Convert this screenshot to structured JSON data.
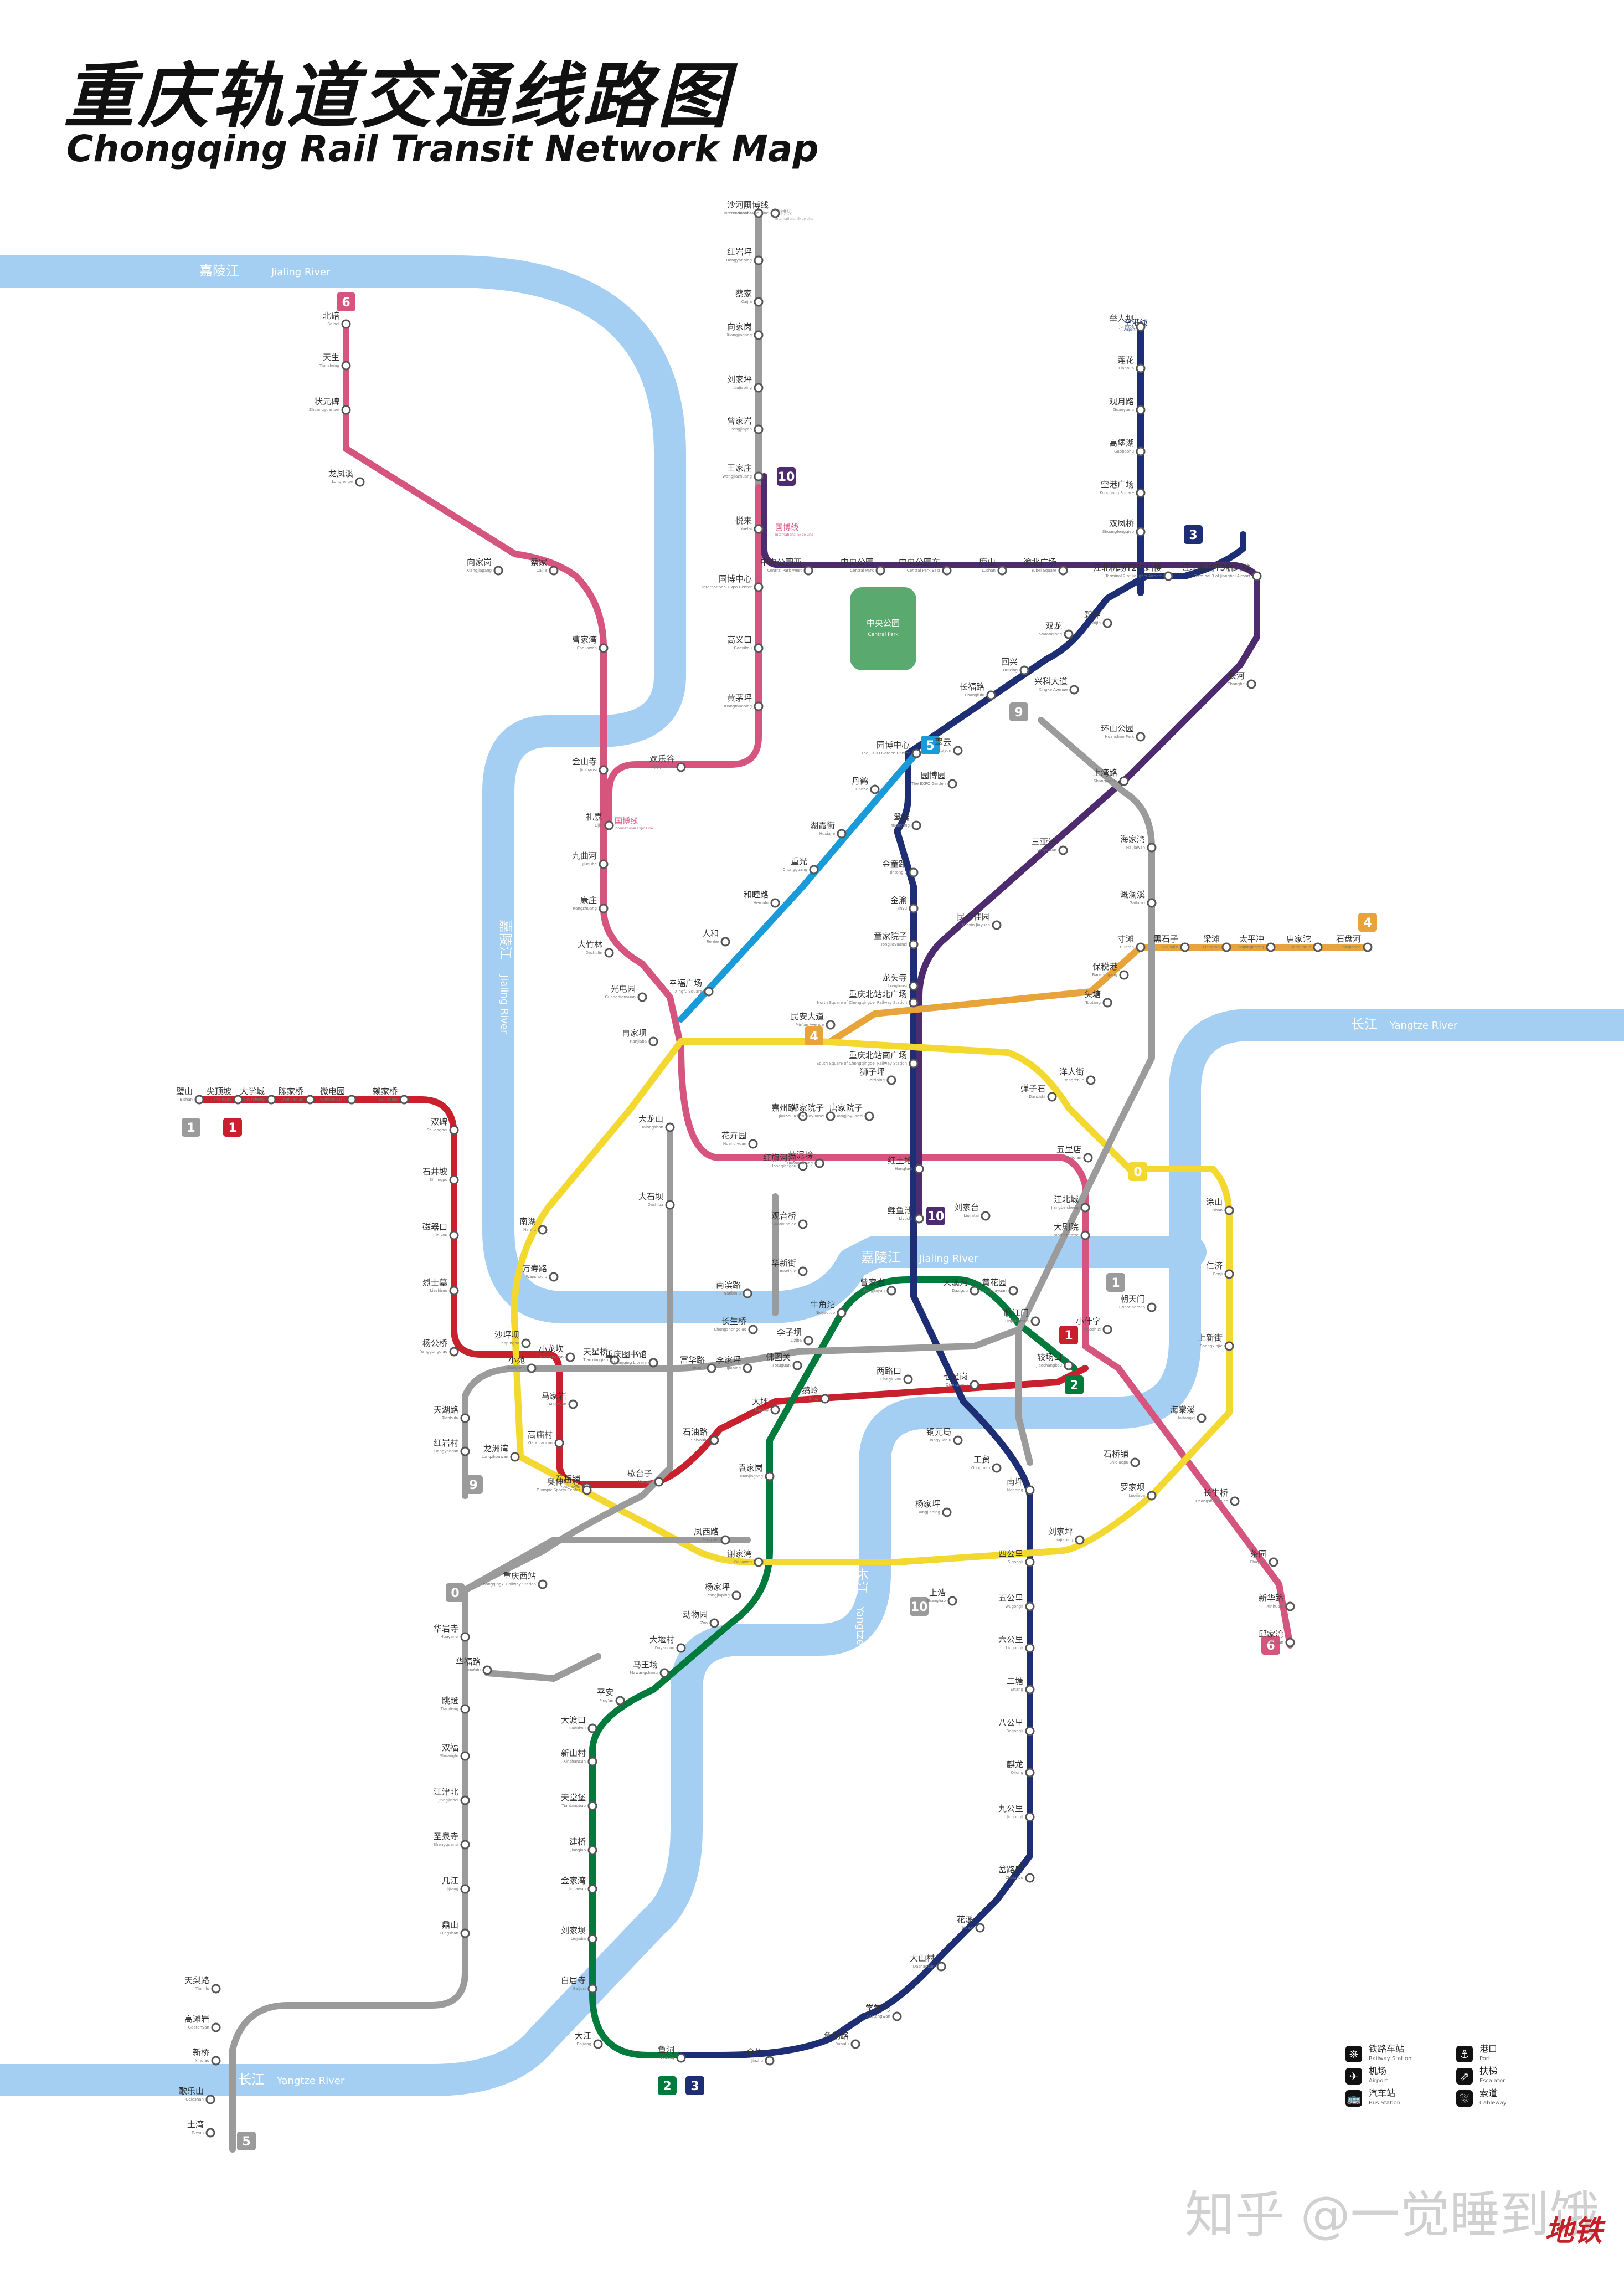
{
  "title": {
    "zh": "重庆轨道交通线路图",
    "en": "Chongqing Rail Transit Network Map"
  },
  "rivers": [
    {
      "id": "jialing",
      "zh": "嘉陵江",
      "en": "Jialing River"
    },
    {
      "id": "yangtze",
      "zh": "长江",
      "en": "Yangtze River"
    }
  ],
  "river_labels": [
    {
      "zh": "嘉陵江",
      "en": "Jialing River"
    },
    {
      "zh": "嘉陵江",
      "en": "Jialing River"
    },
    {
      "zh": "嘉陵江",
      "en": "Jialing River"
    },
    {
      "zh": "长江",
      "en": "Yangtze River"
    },
    {
      "zh": "长江",
      "en": "Yangtze River"
    },
    {
      "zh": "长江",
      "en": "Yangtze River"
    }
  ],
  "park": {
    "zh": "中央公园",
    "en": "Central Park"
  },
  "colors": {
    "river": "#a4cff2",
    "line1": "#c8202c",
    "line2": "#007b3c",
    "line3": "#1d2e75",
    "line4": "#e9a33b",
    "line5": "#1a9ad9",
    "line6": "#d6557e",
    "line9": "#9b9b9b",
    "line10": "#4e2a6f",
    "loop": "#f3d830",
    "airport": "#1d2e75",
    "expo": "#9b9b9b",
    "park": "#5aa96e"
  },
  "line_badges": [
    {
      "line": "1",
      "color": "#c8202c"
    },
    {
      "line": "1",
      "color": "#9b9b9b"
    },
    {
      "line": "1",
      "color": "#c8202c"
    },
    {
      "line": "1",
      "color": "#9b9b9b"
    },
    {
      "line": "2",
      "color": "#007b3c"
    },
    {
      "line": "2",
      "color": "#007b3c"
    },
    {
      "line": "3",
      "color": "#1d2e75"
    },
    {
      "line": "3",
      "color": "#1d2e75"
    },
    {
      "line": "4",
      "color": "#e9a33b"
    },
    {
      "line": "4",
      "color": "#e9a33b"
    },
    {
      "line": "5",
      "color": "#1a9ad9"
    },
    {
      "line": "5",
      "color": "#9b9b9b"
    },
    {
      "line": "6",
      "color": "#d6557e"
    },
    {
      "line": "6",
      "color": "#d6557e"
    },
    {
      "line": "9",
      "color": "#9b9b9b"
    },
    {
      "line": "9",
      "color": "#9b9b9b"
    },
    {
      "line": "10",
      "color": "#4e2a6f"
    },
    {
      "line": "10",
      "color": "#4e2a6f"
    },
    {
      "line": "10",
      "color": "#9b9b9b"
    },
    {
      "line": "0",
      "color": "#f3d830"
    },
    {
      "line": "0",
      "color": "#9b9b9b"
    }
  ],
  "line_names": [
    {
      "zh": "国博线",
      "en": "International Expo Line"
    },
    {
      "zh": "国博线",
      "en": "International Expo Line"
    },
    {
      "zh": "国博线",
      "en": "International Expo Line"
    },
    {
      "zh": "空港线",
      "en": "Airport Line"
    }
  ],
  "stations": [
    {
      "zh": "沙河坝",
      "en": "Shaheba"
    },
    {
      "zh": "国博线",
      "en": "International Expo Line"
    },
    {
      "zh": "红岩坪",
      "en": "Hongyanping"
    },
    {
      "zh": "蔡家",
      "en": "Caijia"
    },
    {
      "zh": "向家岗",
      "en": "Xiangjiagang"
    },
    {
      "zh": "刘家坪",
      "en": "Liujiaping"
    },
    {
      "zh": "曾家岩",
      "en": "Zengjiayan"
    },
    {
      "zh": "王家庄",
      "en": "Wangjiazhuang"
    },
    {
      "zh": "悦来",
      "en": "Yuelai"
    },
    {
      "zh": "国博中心",
      "en": "International Expo Center"
    },
    {
      "zh": "高义口",
      "en": "Gaoyikou"
    },
    {
      "zh": "黄茅坪",
      "en": "Huangmaoping"
    },
    {
      "zh": "欢乐谷",
      "en": "Happy Valley"
    },
    {
      "zh": "礼嘉",
      "en": "Lijia"
    },
    {
      "zh": "北碚",
      "en": "Beibei"
    },
    {
      "zh": "天生",
      "en": "Tiansheng"
    },
    {
      "zh": "状元碑",
      "en": "Zhuangyuanbei"
    },
    {
      "zh": "龙凤溪",
      "en": "Longfengxi"
    },
    {
      "zh": "向家岗",
      "en": "Xiangjiagang"
    },
    {
      "zh": "蔡家",
      "en": "Caijia"
    },
    {
      "zh": "曹家湾",
      "en": "Caojiawan"
    },
    {
      "zh": "金山寺",
      "en": "Jinshansi"
    },
    {
      "zh": "九曲河",
      "en": "Jiuquhe"
    },
    {
      "zh": "康庄",
      "en": "Kangzhuang"
    },
    {
      "zh": "大竹林",
      "en": "Dazhulin"
    },
    {
      "zh": "光电园",
      "en": "Guangdianyuan"
    },
    {
      "zh": "冉家坝",
      "en": "Ranjiaba"
    },
    {
      "zh": "大龙山",
      "en": "Dalongshan"
    },
    {
      "zh": "大石坝",
      "en": "Dashiba"
    },
    {
      "zh": "五里店",
      "en": "Wulidian"
    },
    {
      "zh": "江北城",
      "en": "Jiangbeicheng"
    },
    {
      "zh": "大剧院",
      "en": "Grand Theatre"
    },
    {
      "zh": "朝天门",
      "en": "Chaotianmen"
    },
    {
      "zh": "小什字",
      "en": "Xiaoshizi"
    },
    {
      "zh": "较场口",
      "en": "Jiaochangkou"
    },
    {
      "zh": "七星岗",
      "en": "Qixinggang"
    },
    {
      "zh": "两路口",
      "en": "Lianglukou"
    },
    {
      "zh": "鹅岭",
      "en": "Eling"
    },
    {
      "zh": "大坪",
      "en": "Daping"
    },
    {
      "zh": "石油路",
      "en": "Shiyoulu"
    },
    {
      "zh": "歇台子",
      "en": "Xietaizi"
    },
    {
      "zh": "石桥铺",
      "en": "Shiqiaopu"
    },
    {
      "zh": "高庙村",
      "en": "Gaomiaocun"
    },
    {
      "zh": "马家岩",
      "en": "Majiayan"
    },
    {
      "zh": "小龙坎",
      "en": "Xiaolongkan"
    },
    {
      "zh": "沙坪坝",
      "en": "Shapingba"
    },
    {
      "zh": "杨公桥",
      "en": "Yanggongqiao"
    },
    {
      "zh": "烈士墓",
      "en": "Lieshimu"
    },
    {
      "zh": "磁器口",
      "en": "Ciqikou"
    },
    {
      "zh": "石井坡",
      "en": "Shijingpo"
    },
    {
      "zh": "双碑",
      "en": "Shuangbei"
    },
    {
      "zh": "赖家桥",
      "en": "Laijiaqiao"
    },
    {
      "zh": "微电园",
      "en": "Weidianyuan"
    },
    {
      "zh": "陈家桥",
      "en": "Chenjiaqiao"
    },
    {
      "zh": "大学城",
      "en": "Daxuecheng"
    },
    {
      "zh": "尖顶坡",
      "en": "Jiandingpo"
    },
    {
      "zh": "璧山",
      "en": "Bishan"
    },
    {
      "zh": "牛角沱",
      "en": "Niujiaotuo"
    },
    {
      "zh": "李子坝",
      "en": "Liziba"
    },
    {
      "zh": "佛图关",
      "en": "Fotuguan"
    },
    {
      "zh": "袁家岗",
      "en": "Yuanjiagang"
    },
    {
      "zh": "谢家湾",
      "en": "Xiejiawan"
    },
    {
      "zh": "杨家坪",
      "en": "Yangjiaping"
    },
    {
      "zh": "动物园",
      "en": "Zoo"
    },
    {
      "zh": "大堰村",
      "en": "Dayancun"
    },
    {
      "zh": "马王场",
      "en": "Mawangchang"
    },
    {
      "zh": "平安",
      "en": "Ping'an"
    },
    {
      "zh": "大渡口",
      "en": "Dadukou"
    },
    {
      "zh": "新山村",
      "en": "Xinshancun"
    },
    {
      "zh": "天堂堡",
      "en": "Tiantangbao"
    },
    {
      "zh": "建桥",
      "en": "Jianqiao"
    },
    {
      "zh": "金家湾",
      "en": "Jinjiawan"
    },
    {
      "zh": "刘家坝",
      "en": "Liujiaba"
    },
    {
      "zh": "白居寺",
      "en": "Baijusi"
    },
    {
      "zh": "大江",
      "en": "Dajiang"
    },
    {
      "zh": "鱼洞",
      "en": "Yudong"
    },
    {
      "zh": "金竹",
      "en": "Jinzhu"
    },
    {
      "zh": "鱼胡路",
      "en": "Yuhulu"
    },
    {
      "zh": "学堂湾",
      "en": "Xuetangwan"
    },
    {
      "zh": "大山村",
      "en": "Dashancun"
    },
    {
      "zh": "花溪",
      "en": "Huaxi"
    },
    {
      "zh": "岔路口",
      "en": "Chalukou"
    },
    {
      "zh": "九公里",
      "en": "Jiugongli"
    },
    {
      "zh": "麒龙",
      "en": "Qilong"
    },
    {
      "zh": "八公里",
      "en": "Bagongli"
    },
    {
      "zh": "二塘",
      "en": "Ertang"
    },
    {
      "zh": "六公里",
      "en": "Liugongli"
    },
    {
      "zh": "五公里",
      "en": "Wugongli"
    },
    {
      "zh": "四公里",
      "en": "Sigongli"
    },
    {
      "zh": "南坪",
      "en": "Nanping"
    },
    {
      "zh": "工贸",
      "en": "Gongmao"
    },
    {
      "zh": "铜元局",
      "en": "Tongyuanju"
    },
    {
      "zh": "华新街",
      "en": "Huaxinjie"
    },
    {
      "zh": "观音桥",
      "en": "Guanyinqiao"
    },
    {
      "zh": "红旗河沟",
      "en": "Hongqihegou"
    },
    {
      "zh": "嘉州路",
      "en": "Jiazhoulu"
    },
    {
      "zh": "郑家院子",
      "en": "Zhengjiayuanzi"
    },
    {
      "zh": "唐家院子",
      "en": "Tangjiayuanzi"
    },
    {
      "zh": "狮子坪",
      "en": "Shiziping"
    },
    {
      "zh": "重庆北站南广场",
      "en": "South Square of Chongqingbei Railway Station"
    },
    {
      "zh": "龙头寺",
      "en": "Longtousi"
    },
    {
      "zh": "童家院子",
      "en": "Tongjiayuanzi"
    },
    {
      "zh": "金渝",
      "en": "Jinyu"
    },
    {
      "zh": "金童路",
      "en": "Jintonglu"
    },
    {
      "zh": "鸳鸯",
      "en": "Yuanyang"
    },
    {
      "zh": "园博园",
      "en": "The EXPO Garden"
    },
    {
      "zh": "翠云",
      "en": "Cuiyun"
    },
    {
      "zh": "长福路",
      "en": "Changfulu"
    },
    {
      "zh": "回兴",
      "en": "Huixing"
    },
    {
      "zh": "双龙",
      "en": "Shuanglong"
    },
    {
      "zh": "碧津",
      "en": "Bijin"
    },
    {
      "zh": "江北机场T2航站楼",
      "en": "Terminal 2 of Jiangbei Airport"
    },
    {
      "zh": "江北机场T3航站楼",
      "en": "Terminal 3 of Jiangbei Airport"
    },
    {
      "zh": "长河",
      "en": "Changhe"
    },
    {
      "zh": "举人坝",
      "en": "Jurenba"
    },
    {
      "zh": "莲花",
      "en": "Lianhua"
    },
    {
      "zh": "观月路",
      "en": "Guanyuelu"
    },
    {
      "zh": "高堡湖",
      "en": "Gaobaohu"
    },
    {
      "zh": "空港广场",
      "en": "Konggang Square"
    },
    {
      "zh": "双凤桥",
      "en": "Shuangfengqiao"
    },
    {
      "zh": "中央公园西",
      "en": "Central Park West"
    },
    {
      "zh": "中央公园",
      "en": "Central Park"
    },
    {
      "zh": "中央公园东",
      "en": "Central Park East"
    },
    {
      "zh": "鹿山",
      "en": "Lushan"
    },
    {
      "zh": "渝北广场",
      "en": "Yubei Square"
    },
    {
      "zh": "兴科大道",
      "en": "Xingke Avenue"
    },
    {
      "zh": "环山公园",
      "en": "Huanshan Park"
    },
    {
      "zh": "上湾路",
      "en": "Shangwanlu"
    },
    {
      "zh": "三亚湾",
      "en": "Sanyawan"
    },
    {
      "zh": "民心佳园",
      "en": "Minxin Jiayuan"
    },
    {
      "zh": "重庆北站北广场",
      "en": "North Square of Chongqingbei Railway Station"
    },
    {
      "zh": "园博中心",
      "en": "The EXPO Garden Center"
    },
    {
      "zh": "丹鹤",
      "en": "Danhe"
    },
    {
      "zh": "湖霞街",
      "en": "Huxiajie"
    },
    {
      "zh": "重光",
      "en": "Chongguang"
    },
    {
      "zh": "和睦路",
      "en": "Hemulu"
    },
    {
      "zh": "人和",
      "en": "Renhe"
    },
    {
      "zh": "幸福广场",
      "en": "Xingfu Square"
    },
    {
      "zh": "花卉园",
      "en": "Huahuiyuan"
    },
    {
      "zh": "红土地",
      "en": "Hongtudi"
    },
    {
      "zh": "黄泥塝",
      "en": "Huangnibang"
    },
    {
      "zh": "鲤鱼池",
      "en": "Liyuchi"
    },
    {
      "zh": "刘家台",
      "en": "Liujiatai"
    },
    {
      "zh": "黄花园",
      "en": "Huanghuayuan"
    },
    {
      "zh": "大溪沟",
      "en": "Daxigou"
    },
    {
      "zh": "曾家岩",
      "en": "Zengjiayan"
    },
    {
      "zh": "临江门",
      "en": "Linjiangmen"
    },
    {
      "zh": "民安大道",
      "en": "Min'an Avenue"
    },
    {
      "zh": "头塘",
      "en": "Toutang"
    },
    {
      "zh": "保税港",
      "en": "Baoshuigang"
    },
    {
      "zh": "寸滩",
      "en": "Cuntan"
    },
    {
      "zh": "黑石子",
      "en": "Heishizi"
    },
    {
      "zh": "梁滩",
      "en": "Liangtan"
    },
    {
      "zh": "太平冲",
      "en": "Taipingchong"
    },
    {
      "zh": "唐家沱",
      "en": "Tangjiatuo"
    },
    {
      "zh": "石盘河",
      "en": "Shipanhe"
    },
    {
      "zh": "海家湾",
      "en": "Haijiawan"
    },
    {
      "zh": "溉澜溪",
      "en": "Gailanxi"
    },
    {
      "zh": "洋人街",
      "en": "Yangrenjie"
    },
    {
      "zh": "弹子石",
      "en": "Danzishi"
    },
    {
      "zh": "涂山",
      "en": "Tushan"
    },
    {
      "zh": "仁济",
      "en": "Renji"
    },
    {
      "zh": "上新街",
      "en": "Shangxinjie"
    },
    {
      "zh": "海棠溪",
      "en": "Haitangxi"
    },
    {
      "zh": "罗家坝",
      "en": "Luojiaba"
    },
    {
      "zh": "刘家坪",
      "en": "Liujiaping"
    },
    {
      "zh": "长生桥",
      "en": "Changshengqiao"
    },
    {
      "zh": "茶园",
      "en": "Chayuan"
    },
    {
      "zh": "邱家湾",
      "en": "Qiujiawan"
    },
    {
      "zh": "新华路",
      "en": "Xinhualu"
    },
    {
      "zh": "上浩",
      "en": "Shanghao"
    },
    {
      "zh": "石桥铺",
      "en": "Shiqiaopu"
    },
    {
      "zh": "奥体中心",
      "en": "Olympic Sports Center"
    },
    {
      "zh": "凤西路",
      "en": "Fengxilu"
    },
    {
      "zh": "重庆西站",
      "en": "Chongqingxi Railway Station"
    },
    {
      "zh": "华岩寺",
      "en": "Huayansi"
    },
    {
      "zh": "华福路",
      "en": "Huafulu"
    },
    {
      "zh": "跳蹬",
      "en": "Tiaodeng"
    },
    {
      "zh": "双福",
      "en": "Shuangfu"
    },
    {
      "zh": "江津北",
      "en": "Jiangjinbei"
    },
    {
      "zh": "圣泉寺",
      "en": "Shengquansi"
    },
    {
      "zh": "几江",
      "en": "Jijiang"
    },
    {
      "zh": "鼎山",
      "en": "Dingshan"
    },
    {
      "zh": "天梨路",
      "en": "Tianlilu"
    },
    {
      "zh": "高滩岩",
      "en": "Gaotanyan"
    },
    {
      "zh": "新桥",
      "en": "Xinqiao"
    },
    {
      "zh": "歌乐山",
      "en": "Geleshan"
    },
    {
      "zh": "土湾",
      "en": "Tuwan"
    },
    {
      "zh": "红岩村",
      "en": "Hongyancun"
    },
    {
      "zh": "天湖路",
      "en": "Tianhulu"
    },
    {
      "zh": "小苑",
      "en": "Xiaoyuan"
    },
    {
      "zh": "天星桥",
      "en": "Tianxingqiao"
    },
    {
      "zh": "重庆图书馆",
      "en": "Chongqing Library"
    },
    {
      "zh": "富华路",
      "en": "Fuhualu"
    },
    {
      "zh": "李家坪",
      "en": "Lijiaping"
    },
    {
      "zh": "万寿路",
      "en": "Wanshoulu"
    },
    {
      "zh": "南湖",
      "en": "Nanhu"
    },
    {
      "zh": "龙洲湾",
      "en": "Longzhouwan"
    },
    {
      "zh": "南滨路",
      "en": "Nanbinlu"
    },
    {
      "zh": "长生桥",
      "en": "Changshengqiao"
    },
    {
      "zh": "杨家坪",
      "en": "Yangjiaping"
    }
  ],
  "legend": [
    {
      "icon": "railway-station-icon",
      "glyph": "⛯",
      "zh": "铁路车站",
      "en": "Railway Station"
    },
    {
      "icon": "port-icon",
      "glyph": "⚓",
      "zh": "港口",
      "en": "Port"
    },
    {
      "icon": "airport-icon",
      "glyph": "✈",
      "zh": "机场",
      "en": "Airport"
    },
    {
      "icon": "escalator-icon",
      "glyph": "⇗",
      "zh": "扶梯",
      "en": "Escalator"
    },
    {
      "icon": "bus-station-icon",
      "glyph": "🚌",
      "zh": "汽车站",
      "en": "Bus Station"
    },
    {
      "icon": "cableway-icon",
      "glyph": "⛆",
      "zh": "索道",
      "en": "Cableway"
    }
  ],
  "watermark": "知乎 @一觉睡到饿",
  "brand": "地铁"
}
